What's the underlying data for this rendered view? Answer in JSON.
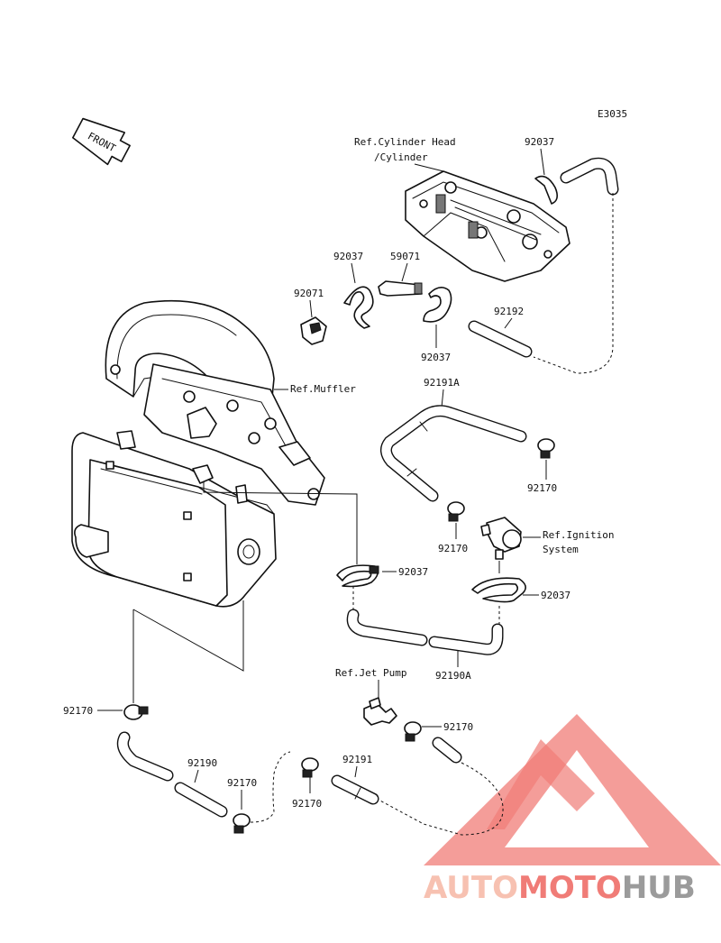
{
  "diagram": {
    "code": "E3035",
    "front_label": "FRONT",
    "refs": {
      "cylinder_head_line1": "Ref.Cylinder Head",
      "cylinder_head_line2": "/Cylinder",
      "muffler": "Ref.Muffler",
      "ignition_line1": "Ref.Ignition",
      "ignition_line2": "System",
      "jet_pump": "Ref.Jet Pump"
    },
    "parts": {
      "p92037_top": "92037",
      "p92037_left": "92037",
      "p59071": "59071",
      "p92071": "92071",
      "p92037_mid": "92037",
      "p92192": "92192",
      "p92191A": "92191A",
      "p92170_a": "92170",
      "p92170_b": "92170",
      "p92037_low": "92037",
      "p92037_right": "92037",
      "p92190A": "92190A",
      "p92170_left": "92170",
      "p92190": "92190",
      "p92170_c": "92170",
      "p92191": "92191",
      "p92170_d": "92170",
      "p92170_e": "92170"
    }
  },
  "watermark": {
    "text_auto": "AUTO",
    "text_moto": "MOTO",
    "text_hub": "HUB",
    "color_light": "#f6b7a4",
    "color_red": "#ee6660",
    "color_gray": "#8a8a8a"
  }
}
